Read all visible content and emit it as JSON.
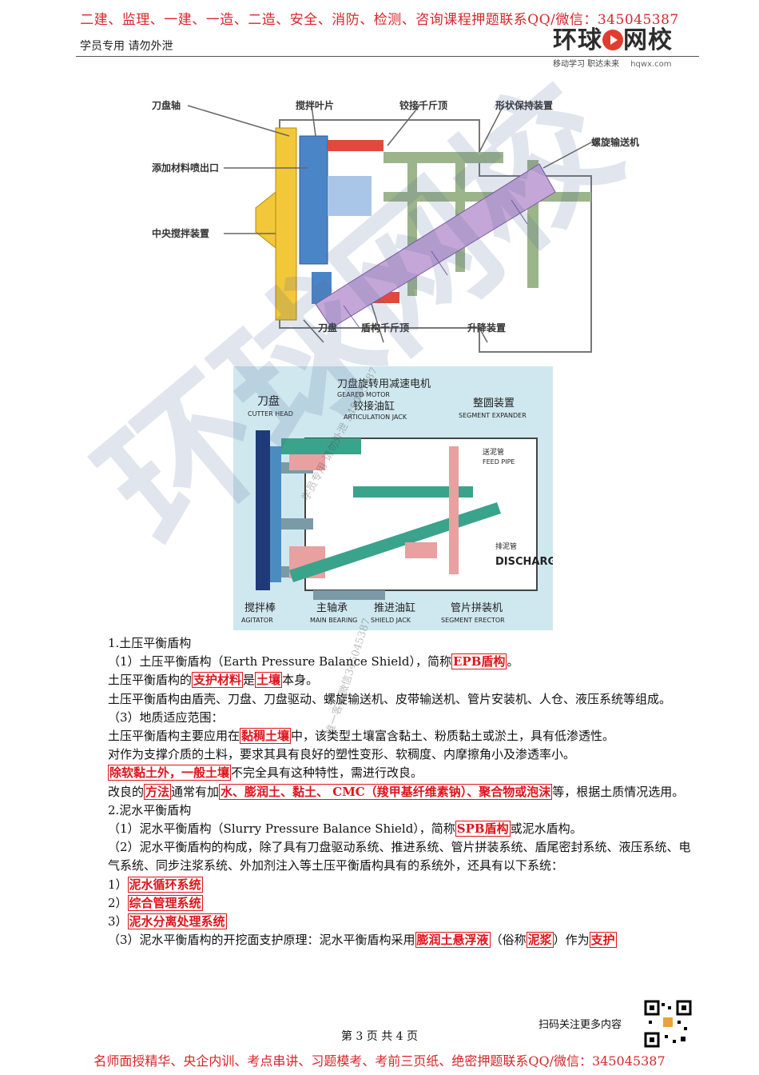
{
  "header": {
    "top_banner": "二建、监理、一建、一造、二造、安全、消防、检测、咨询课程押题联系QQ/微信：345045387",
    "left_text": "学员专用 请勿外泄",
    "logo_main": "环球",
    "logo_main_tail": "网校",
    "logo_slogan": "移动学习 职达未来",
    "logo_url": "hqwx.com"
  },
  "figure1": {
    "labels": [
      "刀盘轴",
      "搅拌叶片",
      "铰接千斤顶",
      "形状保持装置",
      "螺旋输送机",
      "添加材料喷出口",
      "中央搅拌装置",
      "刀盘",
      "盾构千斤顶",
      "升降装置"
    ]
  },
  "figure2": {
    "cutter_head": "刀盘",
    "cutter_head_en": "CUTTER HEAD",
    "geared_motor": "刀盘旋转用减速电机",
    "geared_motor_en": "GEARED MOTOR",
    "articulation": "铰接油缸",
    "articulation_en": "ARTICULATION JACK",
    "segment_expander": "整圆装置",
    "segment_expander_en": "SEGMENT EXPANDER",
    "feed_pipe": "送泥管",
    "feed_pipe_en": "FEED PIPE",
    "discharge_cn": "排泥管",
    "discharge_en": "DISCHARG",
    "agitator": "搅拌棒",
    "agitator_en": "AGITATOR",
    "main_bearing": "主轴承",
    "main_bearing_en": "MAIN BEARING",
    "shield_jack": "推进油缸",
    "shield_jack_en": "SHIELD JACK",
    "segment_erector": "管片拼装机",
    "segment_erector_en": "SEGMENT ERECTOR"
  },
  "content": {
    "h1": "1.土压平衡盾构",
    "p1_a": "（1）土压平衡盾构（Earth Pressure Balance Shield），简称",
    "p1_hl": "EPB盾构",
    "p1_b": "。",
    "p2_a": "土压平衡盾构的",
    "p2_hl1": "支护材料",
    "p2_b": "是",
    "p2_hl2": "土壤",
    "p2_c": "本身。",
    "p3": "土压平衡盾构由盾壳、刀盘、刀盘驱动、螺旋输送机、皮带输送机、管片安装机、人仓、液压系统等组成。",
    "p4": "（3）地质适应范围：",
    "p5_a": "土压平衡盾构主要应用在",
    "p5_hl": "黏稠土壤",
    "p5_b": "中，该类型土壤富含黏土、粉质黏土或淤土，具有低渗透性。",
    "p6": "对作为支撑介质的土料，要求其具有良好的塑性变形、软稠度、内摩擦角小及渗透率小。",
    "p7_hl": "除软黏土外，一般土壤",
    "p7_b": "不完全具有这种特性，需进行改良。",
    "p8_a": "改良的",
    "p8_hl1": "方法",
    "p8_b": "通常有加",
    "p8_hl2": "水、膨润土、黏土、 CMC（羧甲基纤维素钠）、聚合物或泡沫",
    "p8_c": "等，根据土质情况选用。",
    "h2": "2.泥水平衡盾构",
    "p9_a": "（1）泥水平衡盾构（Slurry Pressure Balance Shield），简称",
    "p9_hl": "SPB盾构",
    "p9_b": "或泥水盾构。",
    "p10": "（2）泥水平衡盾构的构成，除了具有刀盘驱动系统、推进系统、管片拼装系统、盾尾密封系统、液压系统、电气系统、同步注浆系统、外加剂注入等土压平衡盾构具有的系统外，还具有以下系统：",
    "l1_n": "1）",
    "l1_hl": "泥水循环系统",
    "l2_n": "2）",
    "l2_hl": "综合管理系统",
    "l3_n": "3）",
    "l3_hl": "泥水分离处理系统",
    "p11_a": "（3）泥水平衡盾构的开挖面支护原理：泥水平衡盾构采用",
    "p11_hl1": "膨润土悬浮液",
    "p11_b": "（俗称",
    "p11_hl2": "泥浆",
    "p11_c": "）作为",
    "p11_hl3": "支护"
  },
  "footer": {
    "scan_text": "扫码关注更多内容",
    "page_no": "第 3 页 共 4 页",
    "bottom_banner": "名师面授精华、央企内训、考点串讲、习题模考、考前三页纸、绝密押题联系QQ/微信：345045387"
  },
  "watermark": {
    "big": "环球网校",
    "small1": "学员专用 请勿外泄 345045387",
    "small2": "唯一客服微信345045387"
  }
}
